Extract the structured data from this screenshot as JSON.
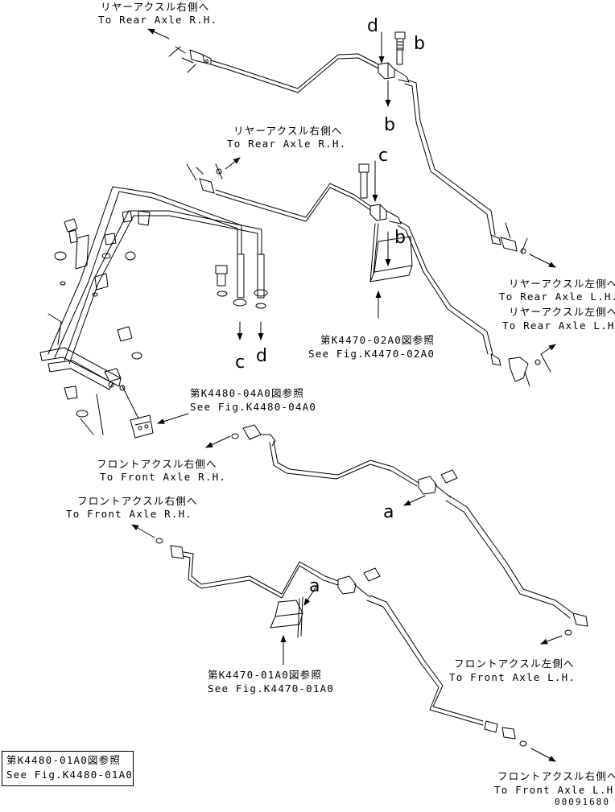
{
  "labels": {
    "rear_rh_1": [
      "リヤーアクスル右側へ",
      "To Rear Axle R.H."
    ],
    "rear_rh_2": [
      "リヤーアクスル右側へ",
      "To Rear Axle R.H."
    ],
    "rear_lh_1": [
      "リヤーアクスル左側へ",
      "To Rear Axle L.H."
    ],
    "rear_lh_2": [
      "リヤーアクスル左側へ",
      "To Rear Axle L.H."
    ],
    "fig_4470_02": [
      "第K4470-02A0図参照",
      "See Fig.K4470-02A0"
    ],
    "fig_4480_04": [
      "第K4480-04A0図参照",
      "See Fig.K4480-04A0"
    ],
    "front_rh_1": [
      "フロントアクスル右側へ",
      "To Front Axle R.H."
    ],
    "front_rh_2": [
      "フロントアクスル右側へ",
      "To Front Axle R.H."
    ],
    "fig_4470_01": [
      "第K4470-01A0図参照",
      "See Fig.K4470-01A0"
    ],
    "front_lh_1": [
      "フロントアクスル左側へ",
      "To Front Axle L.H."
    ],
    "front_lh_2": [
      "フロントアクスル右側へ",
      "To Front Axle L.H."
    ],
    "box": [
      "第K4480-01A0図参照",
      "See Fig.K4480-01A0"
    ]
  },
  "letters": {
    "d_top": "d",
    "b_top_bolt": "b",
    "b_top_arrow": "b",
    "c_mid": "c",
    "b_mid": "b",
    "c_left": "c",
    "d_left": "d",
    "a_right": "a",
    "a_lower": "a"
  },
  "drawing_code": "00091680"
}
